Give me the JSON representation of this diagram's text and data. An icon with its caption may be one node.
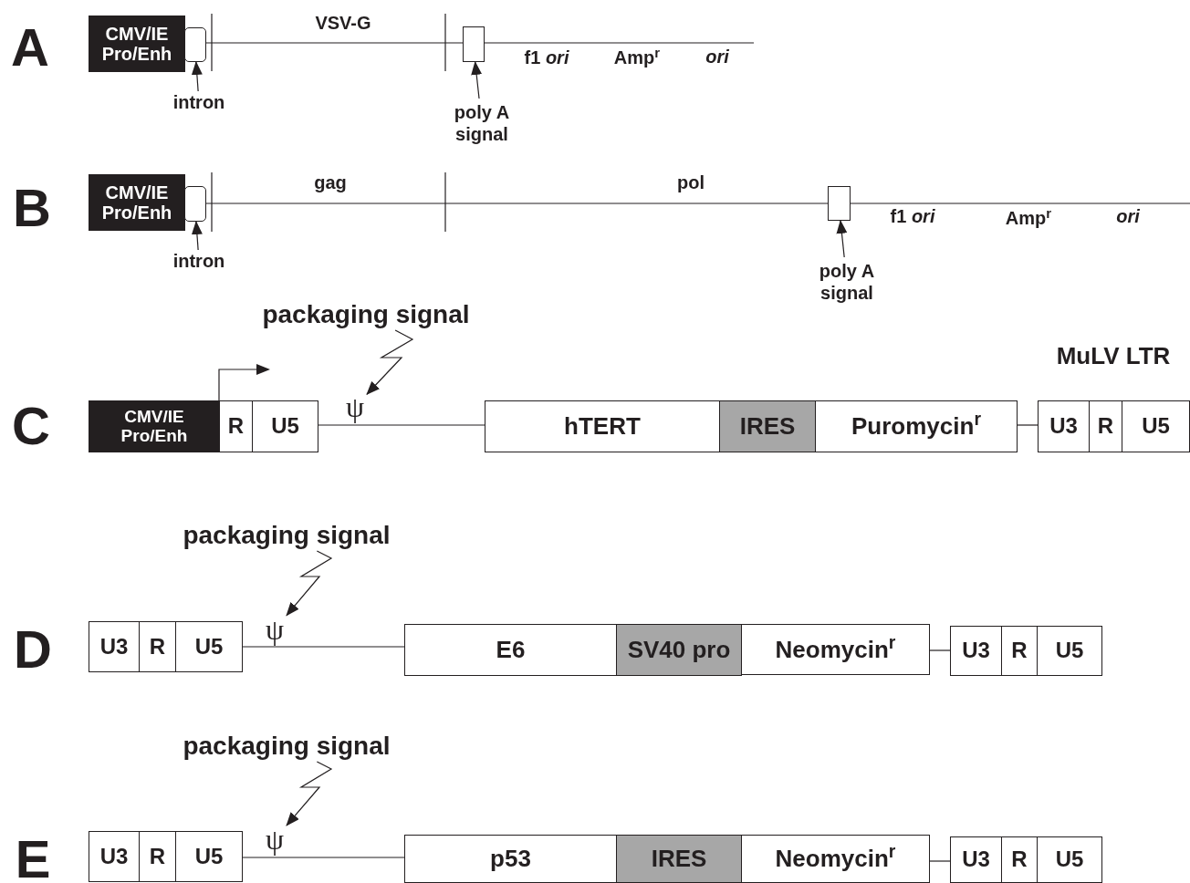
{
  "diagram": {
    "nodes": [
      {
        "text": [
          "CMV/IE Pro/Enh"
        ]
      },
      {
        "text": [],
        "shape": "box"
      },
      {
        "text": [
          "intron"
        ]
      },
      {
        "text": [],
        "shape": "box"
      },
      {
        "text": [
          "poly A signal"
        ]
      },
      {
        "text": [
          "CMV/IE Pro/Enh"
        ]
      },
      {
        "text": [],
        "shape": "box"
      },
      {
        "text": [
          "intron"
        ]
      },
      {
        "text": [],
        "shape": "box"
      },
      {
        "text": [
          "poly A signal"
        ]
      },
      {
        "text": [
          "CMV/IE Pro/Enh"
        ]
      },
      {
        "text": [
          "R"
        ]
      },
      {
        "text": [
          "U5"
        ]
      },
      {
        "text": [
          "packaging signal"
        ]
      },
      {
        "text": [
          "ψ"
        ]
      },
      {
        "text": [
          "hTERT"
        ]
      },
      {
        "text": [
          "IRES"
        ]
      },
      {
        "text": [
          "Puromycin$^{r}$"
        ]
      },
      {
        "text": [
          "U3"
        ]
      },
      {
        "text": [
          "R"
        ]
      },
      {
        "text": [
          "U5"
        ]
      },
      {
        "text": [
          "U3"
        ]
      },
      {
        "text": [
          "R"
        ]
      },
      {
        "text": [
          "U5"
        ]
      },
      {
        "text": [
          "packaging signal"
        ]
      },
      {
        "text": [
          "ψ"
        ]
      },
      {
        "text": [
          "E6"
        ]
      },
      {
        "text": [
          "SV40 pro"
        ]
      },
      {
        "text": [
          "Neomycin$^{r}$"
        ]
      },
      {
        "text": [
          "U3"
        ]
      },
      {
        "text": [
          "R"
        ]
      },
      {
        "text": [
          "U5"
        ]
      },
      {
        "text": [
          "U3"
        ]
      },
      {
        "text": [
          "R"
        ]
      },
      {
        "text": [
          "U5"
        ]
      },
      {
        "text": [
          "packaging signal"
        ]
      },
      {
        "text": [
          "ψ"
        ]
      },
      {
        "text": [
          "p53"
        ]
      },
      {
        "text": [
          "IRES"
        ]
      },
      {
        "text": [
          "Neomycin$^{r}$"
        ]
      },
      {
        "text": [
          "U3"
        ]
      },
      {
        "text": [
          "R"
        ]
      },
      {
        "text": [
          "U5"
        ]
      }
    ],
    "edges": [
      {
        "from": 2,
        "to": 1,
        "arrow": "to"
      },
      {
        "from": 4,
        "to": 3,
        "arrow": "to"
      },
      {
        "from": 1,
        "to": 3,
        "arrow": "none"
      },
      {
        "from": 3,
        "to": null,
        "arrow": "none"
      },
      {
        "from": 7,
        "to": 6,
        "arrow": "to"
      },
      {
        "from": 9,
        "to": 8,
        "arrow": "to"
      },
      {
        "from": 6,
        "to": 8,
        "arrow": "none"
      },
      {
        "from": 8,
        "to": null,
        "arrow": "none"
      },
      {
        "from": 13,
        "to": 14,
        "arrow": "to"
      },
      {
        "from": 12,
        "to": 15,
        "arrow": "none"
      },
      {
        "from": 17,
        "to": 18,
        "arrow": "none"
      },
      {
        "from": 24,
        "to": 25,
        "arrow": "to"
      },
      {
        "from": 23,
        "to": 26,
        "arrow": "none"
      },
      {
        "from": 28,
        "to": 29,
        "arrow": "none"
      },
      {
        "from": 35,
        "to": 36,
        "arrow": "to"
      },
      {
        "from": 34,
        "to": 37,
        "arrow": "none"
      },
      {
        "from": 39,
        "to": 40,
        "arrow": "none"
      }
    ],
    "labels": [
      "A",
      "VSV-G",
      "f1 *ori*",
      "Amp$^{r}$",
      "ori",
      "B",
      "gag",
      "pol",
      "f1 *ori*",
      "Amp$^{r}$",
      "ori",
      "MuLV LTR",
      "C",
      "D",
      "E"
    ]
  }
}
